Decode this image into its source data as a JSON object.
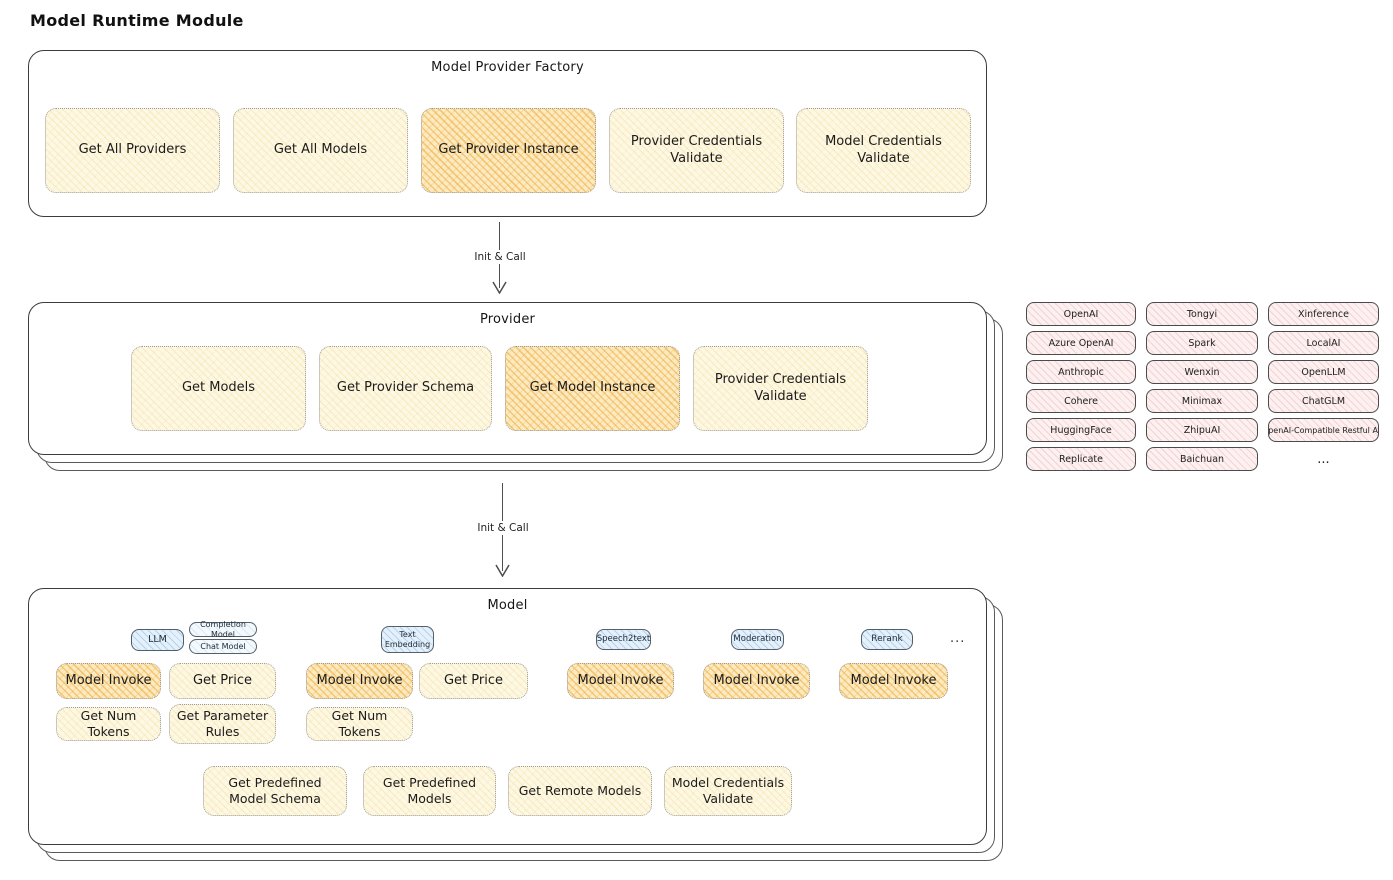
{
  "title": "Model Runtime Module",
  "colors": {
    "highlight_orange": "#f0aa37",
    "function_yellow": "#fdf8e4",
    "provider_pink": "#fcf0f0",
    "tag_blue": "#e4f0fa",
    "outline_dark": "#3c3c3c"
  },
  "arrow1": {
    "label": "Init & Call"
  },
  "arrow2": {
    "label": "Init & Call"
  },
  "factory": {
    "title": "Model Provider Factory",
    "boxes": [
      {
        "label": "Get All Providers"
      },
      {
        "label": "Get All Models"
      },
      {
        "label": "Get Provider Instance"
      },
      {
        "label": "Provider Credentials Validate"
      },
      {
        "label": "Model Credentials Validate"
      }
    ]
  },
  "provider": {
    "title": "Provider",
    "boxes": [
      {
        "label": "Get Models"
      },
      {
        "label": "Get Provider Schema"
      },
      {
        "label": "Get Model Instance"
      },
      {
        "label": "Provider Credentials Validate"
      }
    ]
  },
  "providers_grid": {
    "rows": [
      [
        "OpenAI",
        "Tongyi",
        "Xinference"
      ],
      [
        "Azure OpenAI",
        "Spark",
        "LocalAI"
      ],
      [
        "Anthropic",
        "Wenxin",
        "OpenLLM"
      ],
      [
        "Cohere",
        "Minimax",
        "ChatGLM"
      ],
      [
        "HuggingFace",
        "ZhipuAI",
        "OpenAI-Compatible Restful API"
      ],
      [
        "Replicate",
        "Baichuan",
        "..."
      ]
    ]
  },
  "model": {
    "title": "Model",
    "tags": {
      "llm": "LLM",
      "completion": "Completion Model",
      "chat": "Chat Model",
      "text_embedding": "Text Embedding",
      "speech2text": "Speech2text",
      "moderation": "Moderation",
      "rerank": "Rerank",
      "more": "..."
    },
    "functions": {
      "model_invoke": "Model Invoke",
      "get_price": "Get Price",
      "get_num_tokens": "Get Num Tokens",
      "get_parameter_rules": "Get Parameter Rules",
      "get_predefined_model_schema": "Get Predefined Model Schema",
      "get_predefined_models": "Get Predefined Models",
      "get_remote_models": "Get Remote Models",
      "model_credentials_validate": "Model Credentials Validate"
    }
  }
}
